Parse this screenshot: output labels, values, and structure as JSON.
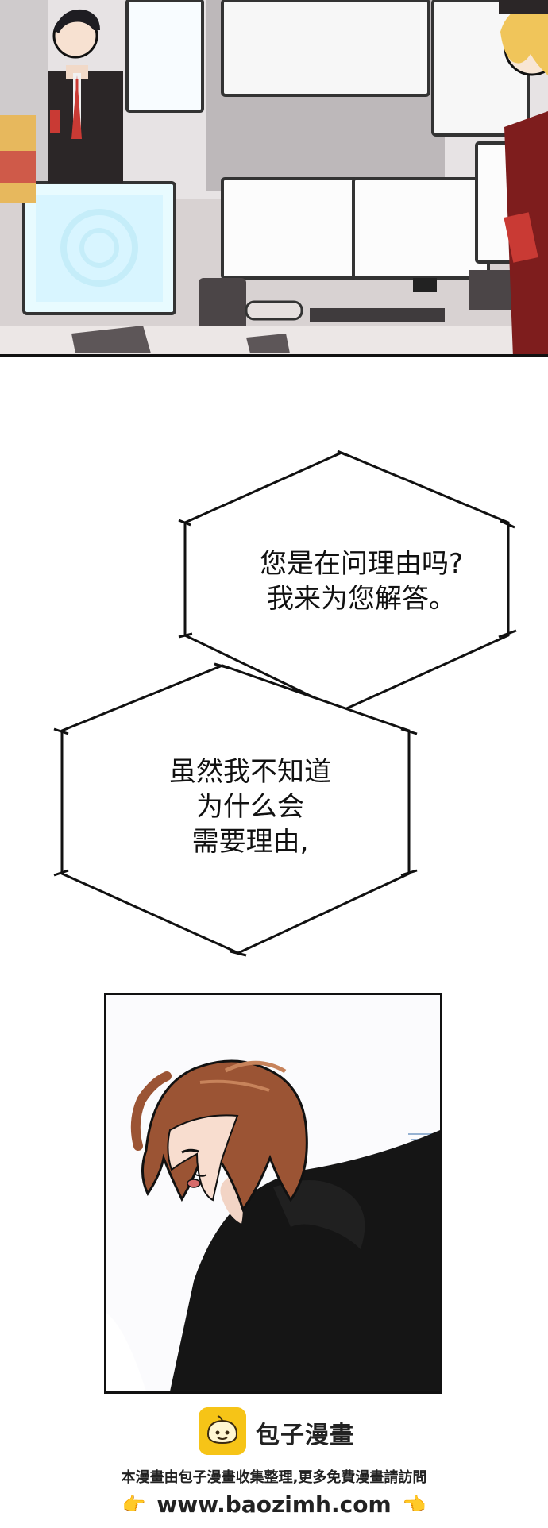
{
  "speech_bubbles": {
    "bubble_1": "您是在问理由吗?\n我来为您解答。",
    "bubble_2": "虽然我不知道\n为什么会\n需要理由,"
  },
  "footer": {
    "brand": "包子漫畫",
    "notice": "本漫畫由包子漫畫收集整理,更多免費漫畫請訪問",
    "site": "www.baozimh.com"
  },
  "icons": {
    "logo": "bun-logo-icon",
    "left_pointer": "hand-pointing-right-icon",
    "right_pointer": "hand-pointing-left-icon"
  },
  "colors": {
    "logo_yellow": "#f6c417",
    "ink": "#111111",
    "monitor_glow": "#dff6ff",
    "hair_brown": "#9b5434",
    "shirt_black": "#151515"
  }
}
